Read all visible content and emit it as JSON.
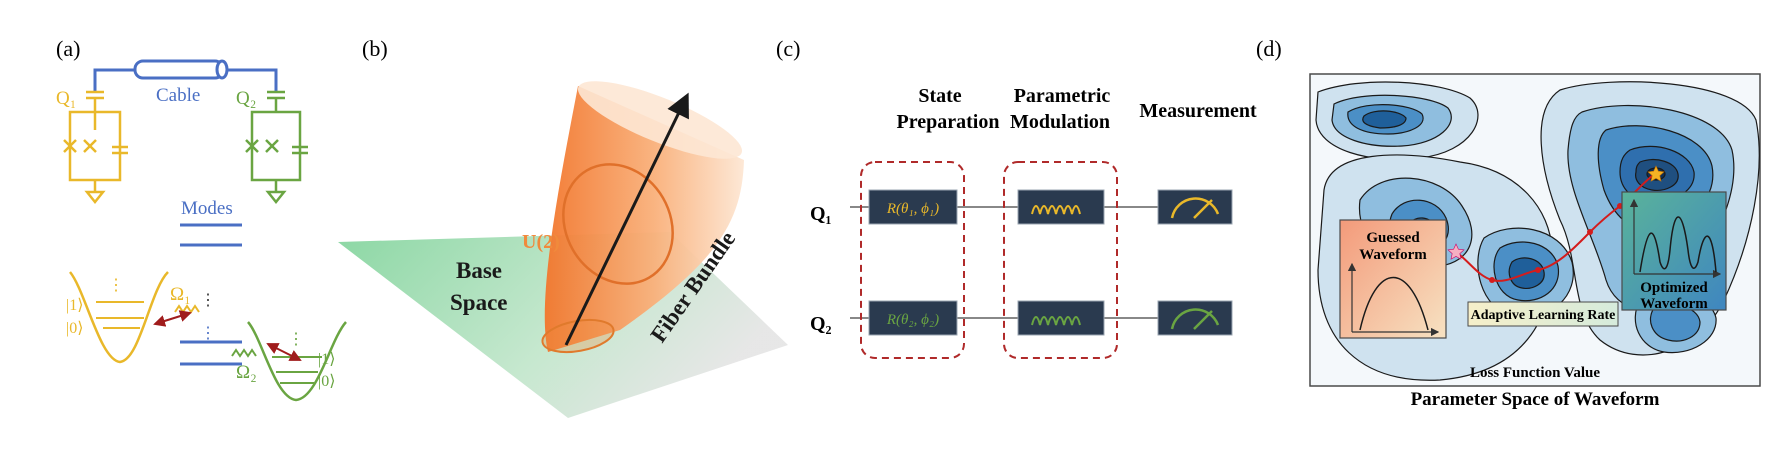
{
  "colors": {
    "cable": "#4a6fc4",
    "q1": "#e9b82a",
    "q2": "#6aa542",
    "modes": "#4a6fc4",
    "orange": "#f08a3c",
    "gate_bg": "#2a3a4f",
    "dashed_box": "#b02a2a",
    "plane": "#8fd6a8",
    "contour_light": "#cfe2ef",
    "contour_dark": "#1f5f9a",
    "panel_border": "#4a4a4a"
  },
  "panels": {
    "a": {
      "label": "(a)",
      "cable_label": "Cable",
      "q1_label": "Q₁",
      "q2_label": "Q₂",
      "modes_label": "Modes",
      "ket1_left": "|1⟩",
      "ket0_left": "|0⟩",
      "ket1_right": "|1⟩",
      "ket0_right": "|0⟩",
      "omega1": "Ω₁",
      "omega2": "Ω₂",
      "dots": "⋮"
    },
    "b": {
      "label": "(b)",
      "u2_label": "U(2)",
      "base_line1": "Base",
      "base_line2": "Space",
      "fiber_label": "Fiber Bundle"
    },
    "c": {
      "label": "(c)",
      "col1_line1": "State",
      "col1_line2": "Preparation",
      "col2_line1": "Parametric",
      "col2_line2": "Modulation",
      "col3": "Measurement",
      "q1": "Q₁",
      "q2": "Q₂",
      "gate1": "R(θ₁, ϕ₁)",
      "gate2": "R(θ₂, ϕ₂)"
    },
    "d": {
      "label": "(d)",
      "guessed_line1": "Guessed",
      "guessed_line2": "Waveform",
      "optimized_line1": "Optimized",
      "optimized_line2": "Waveform",
      "adaptive": "Adaptive Learning Rate",
      "loss": "Loss Function Value",
      "caption": "Parameter Space of Waveform"
    }
  }
}
